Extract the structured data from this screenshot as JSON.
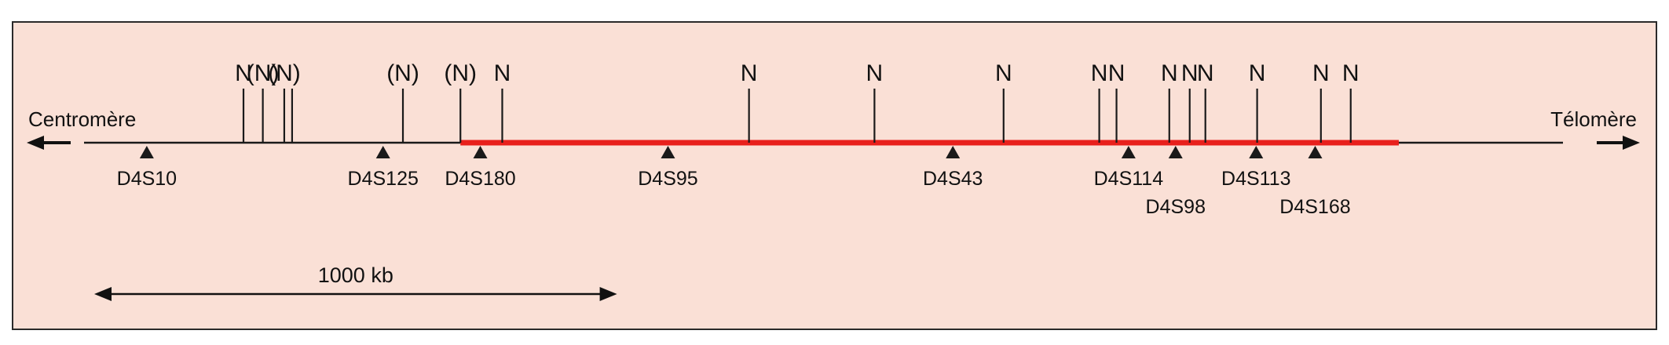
{
  "colors": {
    "background": "#fae0d6",
    "frame": "#2a2a2a",
    "line": "#1a1a1a",
    "highlight": "#e8201c"
  },
  "labels": {
    "centromere": "Centromère",
    "telomere": "Télomère",
    "scale_bar": "1000 kb"
  },
  "chromosome_map": {
    "map_kb_range": [
      0,
      2825
    ],
    "highlight_region_kb": [
      720,
      2515
    ],
    "scale_bar_kb": 1000,
    "notI_sites": [
      {
        "kb": 305,
        "label": "N"
      },
      {
        "kb": 342,
        "label": "(N)"
      },
      {
        "kb": 383,
        "label": "(N)"
      },
      {
        "kb": 398,
        "label": ""
      },
      {
        "kb": 610,
        "label": "(N)"
      },
      {
        "kb": 720,
        "label": "(N)"
      },
      {
        "kb": 800,
        "label": "N"
      },
      {
        "kb": 1272,
        "label": "N"
      },
      {
        "kb": 1512,
        "label": "N"
      },
      {
        "kb": 1759,
        "label": "N"
      },
      {
        "kb": 1942,
        "label": "N"
      },
      {
        "kb": 1975,
        "label": "N"
      },
      {
        "kb": 2076,
        "label": "N"
      },
      {
        "kb": 2115,
        "label": "N"
      },
      {
        "kb": 2145,
        "label": "N"
      },
      {
        "kb": 2244,
        "label": "N"
      },
      {
        "kb": 2366,
        "label": "N"
      },
      {
        "kb": 2423,
        "label": "N"
      }
    ],
    "markers": [
      {
        "kb": 120,
        "label": "D4S10",
        "row": 1
      },
      {
        "kb": 572,
        "label": "D4S125",
        "row": 1
      },
      {
        "kb": 758,
        "label": "D4S180",
        "row": 1
      },
      {
        "kb": 1117,
        "label": "D4S95",
        "row": 1
      },
      {
        "kb": 1662,
        "label": "D4S43",
        "row": 1
      },
      {
        "kb": 1998,
        "label": "D4S114",
        "row": 1
      },
      {
        "kb": 2088,
        "label": "D4S98",
        "row": 2
      },
      {
        "kb": 2242,
        "label": "D4S113",
        "row": 1
      },
      {
        "kb": 2355,
        "label": "D4S168",
        "row": 2
      }
    ]
  }
}
